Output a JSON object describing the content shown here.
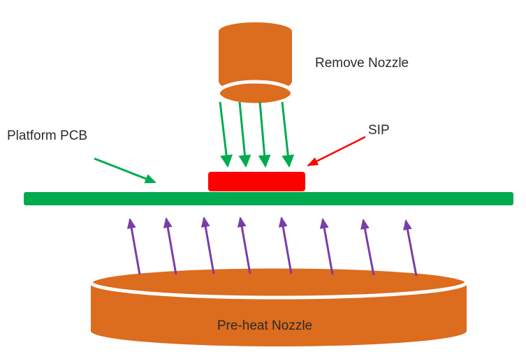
{
  "colors": {
    "background": "#FFFFFF",
    "orange": "#DC6C1E",
    "green": "#00AB50",
    "purple": "#7A3DA6",
    "red": "#FF0000",
    "text": "#2B2B2B"
  },
  "labels": {
    "remove_nozzle": "Remove Nozzle",
    "platform_pcb": "Platform PCB",
    "sip": "SIP",
    "preheat_nozzle": "Pre-heat Nozzle"
  },
  "figure": {
    "type": "process-diagram",
    "downward_heat_arrows": 4,
    "upward_heat_arrows": 8
  }
}
